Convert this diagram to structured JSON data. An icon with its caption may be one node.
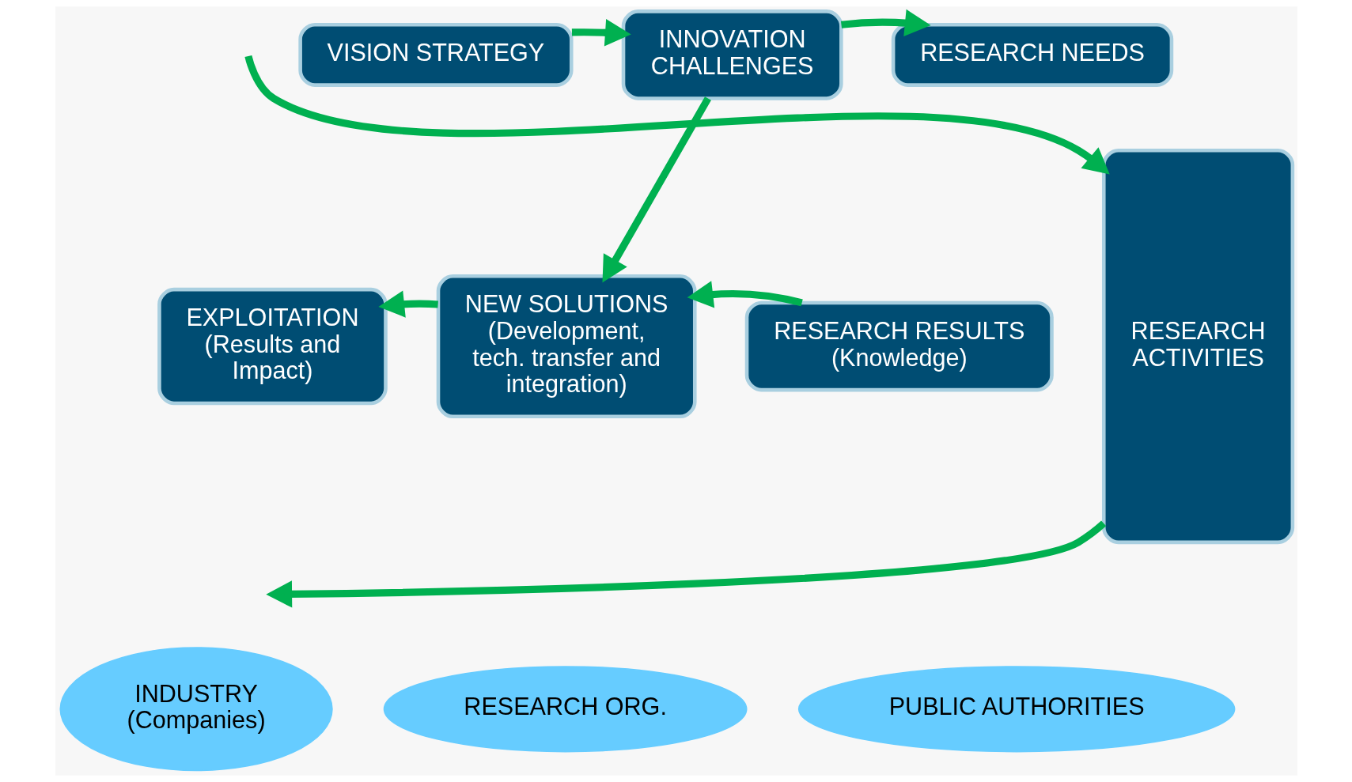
{
  "diagram": {
    "nodes": [
      {
        "text": [
          "VISION STRATEGY"
        ]
      },
      {
        "text": [
          "INNOVATION CHALLENGES"
        ]
      },
      {
        "text": [
          "RESEARCH NEEDS"
        ]
      },
      {
        "text": [
          "RESEARCH ACTIVITIES"
        ]
      },
      {
        "text": [
          "EXPLOITATION (Results and Impact)"
        ]
      },
      {
        "text": [
          "NEW SOLUTIONS (Development, tech. transfer and integration)"
        ]
      },
      {
        "text": [
          "RESEARCH RESULTS (Knowledge)"
        ]
      },
      {
        "text": [
          "INDUSTRY (Companies)"
        ]
      },
      {
        "text": [
          "RESEARCH ORG."
        ]
      },
      {
        "text": [
          "PUBLIC AUTHORITIES"
        ]
      }
    ],
    "edges": [
      {
        "from": null,
        "to": 3,
        "arrow": "to"
      },
      {
        "from": 0,
        "to": 1,
        "arrow": "to"
      },
      {
        "from": 1,
        "to": 2,
        "arrow": "to"
      },
      {
        "from": 1,
        "to": 5,
        "arrow": "to"
      },
      {
        "from": 6,
        "to": 5,
        "arrow": "to"
      },
      {
        "from": 5,
        "to": 4,
        "arrow": "to"
      },
      {
        "from": 3,
        "to": null,
        "arrow": "to"
      }
    ]
  }
}
